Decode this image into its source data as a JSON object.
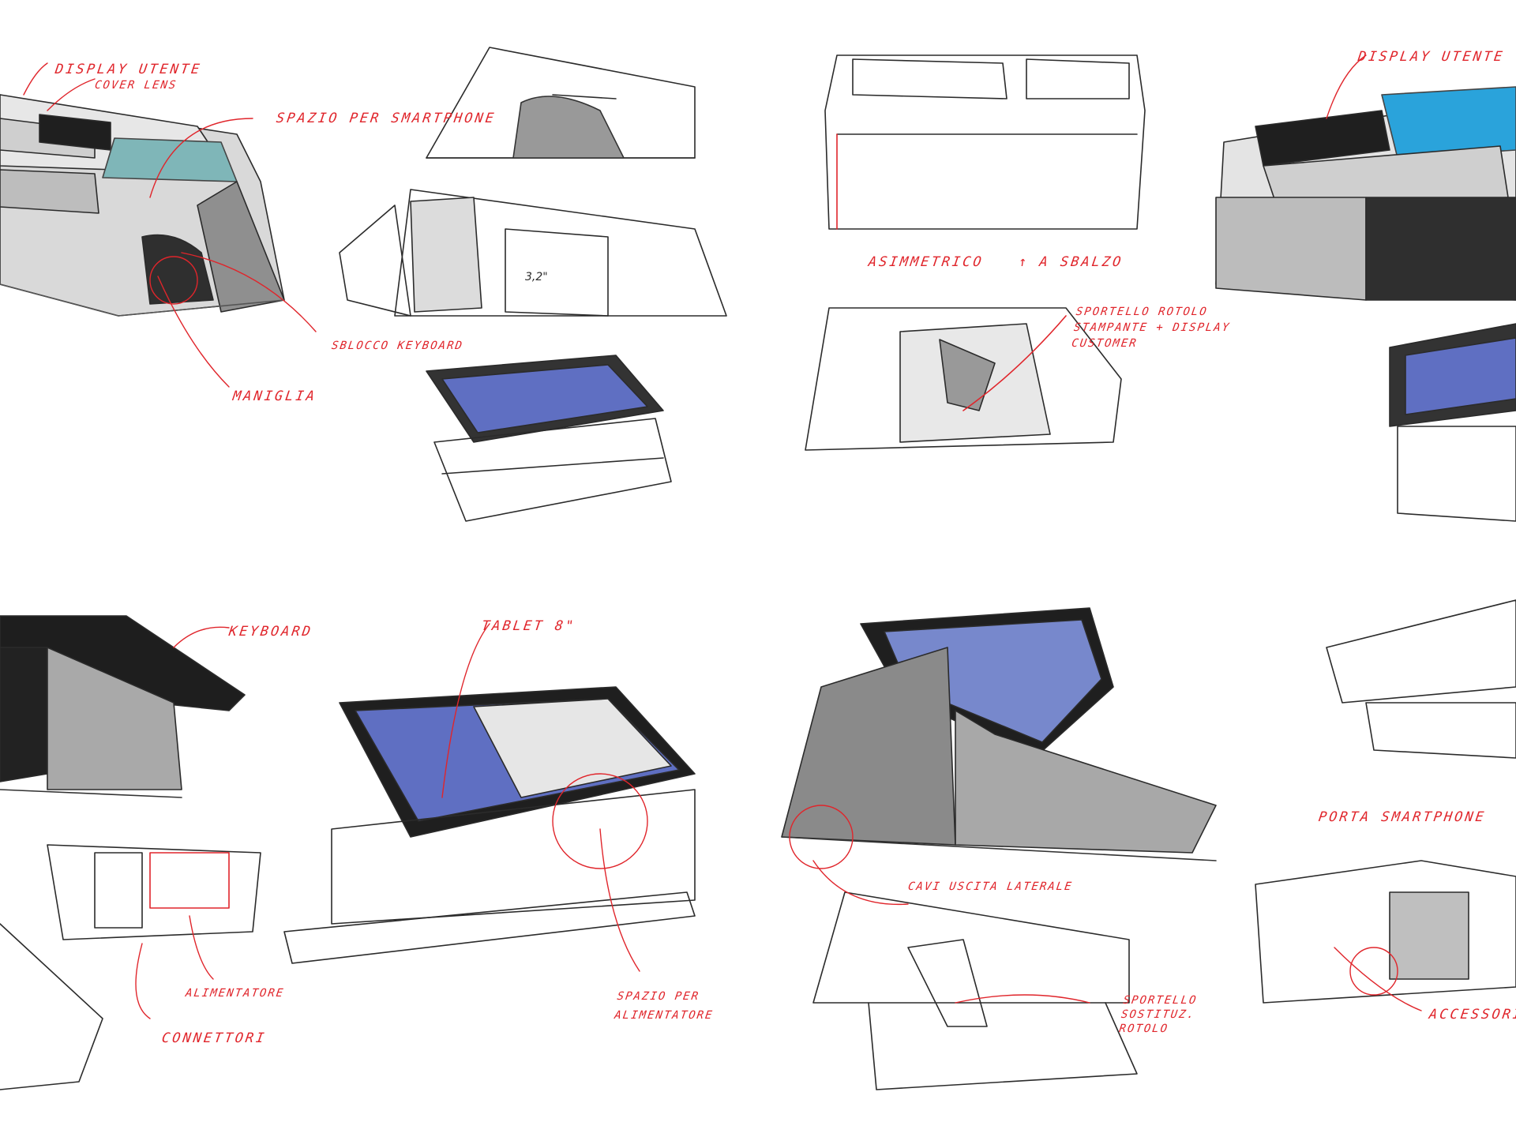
{
  "annotations": {
    "display_utente": "DISPLAY UTENTE",
    "cover_lens": "COVER LENS",
    "spazio_smartphone": "SPAZIO PER SMARTPHONE",
    "sblocco_keyboard": "SBLOCCO KEYBOARD",
    "maniglia": "MANIGLIA",
    "asimmetrico": "ASIMMETRICO",
    "a_sbalzo": "↑ A SBALZO",
    "sportello": "SPORTELLO ROTOLO STAMPANTE + DISPLAY CUSTOMER",
    "display_utente_2": "DISPLAY UTENTE",
    "keyboard": "KEYBOARD",
    "tablet": "TABLET 8\"",
    "alimentatore": "ALIMENTATORE",
    "connettori": "CONNETTORI",
    "spazio_alimentatore": "SPAZIO PER ALIMENTATORE",
    "cavi_uscita": "CAVI USCITA LATERALE",
    "sportello_sostituz": "SPORTELLO SOSTITUZ. ROTOLO",
    "porta_smartphone": "PORTA SMARTPHONE",
    "accessori": "ACCESSORI",
    "screen_value": "3,2\""
  },
  "colors": {
    "annotation": "#e0252b",
    "pencil": "#2b2b2b",
    "teal_lens": "#7fb6b8",
    "blue_display": "#2aa3db",
    "screen_blue": "#5f6fc2"
  }
}
